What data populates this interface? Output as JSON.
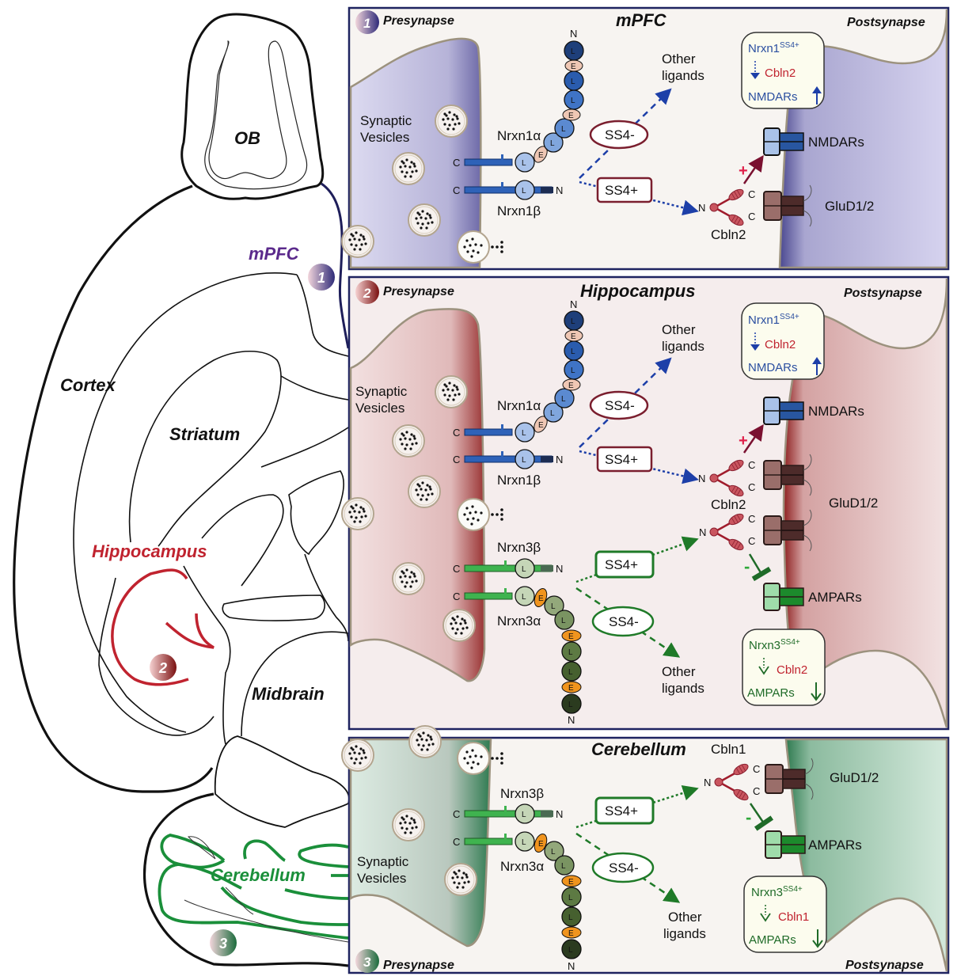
{
  "figure": {
    "type": "neuroscience schematic",
    "brain_map": {
      "regions": {
        "ob": "OB",
        "mpfc": "mPFC",
        "cortex": "Cortex",
        "striatum": "Striatum",
        "hippocampus": "Hippocampus",
        "midbrain": "Midbrain",
        "cerebellum": "Cerebellum"
      },
      "markers": [
        "1",
        "2",
        "3"
      ],
      "colors": {
        "mpfc": "#5b2a8c",
        "hippocampus": "#c0232f",
        "cerebellum": "#1a8f3a",
        "outline": "#111111",
        "mpfc_line": "#1e1e5a"
      }
    },
    "panels": [
      {
        "id": "mpfc",
        "number": "1",
        "title": "mPFC",
        "presynapse_label": "Presynapse",
        "postsynapse_label": "Postsynapse",
        "vesicles_label": "Synaptic\nVesicles",
        "vesicles_label_lines": [
          "Synaptic",
          "Vesicles"
        ],
        "accent": "#2b2d7a",
        "tint": "#c9c6e6",
        "neurexins": [
          {
            "name": "Nrxn1α",
            "domains": [
              "L",
              "E",
              "L",
              "L",
              "E",
              "L",
              "L",
              "E",
              "L"
            ],
            "terminus_c": "C",
            "terminus_n": "N"
          },
          {
            "name": "Nrxn1β",
            "domains": [
              "L"
            ],
            "terminus_c": "C",
            "terminus_n": "N"
          }
        ],
        "splice_states": [
          {
            "label": "SS4-",
            "target": "Other\nligands",
            "target_lines": [
              "Other",
              "ligands"
            ],
            "arrow": "dashed"
          },
          {
            "label": "SS4+",
            "target": "Cbln2",
            "arrow": "dotted"
          }
        ],
        "ligand": {
          "name": "Cbln2",
          "termini": [
            "N",
            "C",
            "C"
          ]
        },
        "effect": {
          "sign": "+",
          "target": "NMDARs"
        },
        "receptors": [
          "NMDARs",
          "GluD1/2"
        ],
        "summary": {
          "gene": "Nrxn1",
          "superscript": "SS4+",
          "mediator": "Cbln2",
          "outcome": "NMDARs",
          "direction": "up"
        }
      },
      {
        "id": "hippocampus",
        "number": "2",
        "title": "Hippocampus",
        "presynapse_label": "Presynapse",
        "postsynapse_label": "Postsynapse",
        "vesicles_label_lines": [
          "Synaptic",
          "Vesicles"
        ],
        "accent": "#8b1a1a",
        "tint": "#e3b8b8",
        "neurexins": [
          {
            "name": "Nrxn1α",
            "domains": [
              "L",
              "E",
              "L",
              "L",
              "E",
              "L",
              "L",
              "E",
              "L"
            ],
            "terminus_c": "C",
            "terminus_n": "N"
          },
          {
            "name": "Nrxn1β",
            "domains": [
              "L"
            ],
            "terminus_c": "C",
            "terminus_n": "N"
          },
          {
            "name": "Nrxn3β",
            "domains": [
              "L"
            ],
            "terminus_c": "C",
            "terminus_n": "N"
          },
          {
            "name": "Nrxn3α",
            "domains": [
              "L",
              "E",
              "L",
              "L",
              "E",
              "L",
              "L",
              "E",
              "L"
            ],
            "terminus_c": "C",
            "terminus_n": "N"
          }
        ],
        "splice_states": [
          {
            "label": "SS4-",
            "target_lines": [
              "Other",
              "ligands"
            ],
            "arrow": "dashed",
            "family": "Nrxn1"
          },
          {
            "label": "SS4+",
            "target": "Cbln2",
            "arrow": "dotted",
            "family": "Nrxn1"
          },
          {
            "label": "SS4+",
            "target": "Cbln2",
            "arrow": "dotted",
            "family": "Nrxn3"
          },
          {
            "label": "SS4-",
            "target_lines": [
              "Other",
              "ligands"
            ],
            "arrow": "dashed",
            "family": "Nrxn3"
          }
        ],
        "ligand": {
          "name": "Cbln2",
          "termini": [
            "N",
            "C",
            "C"
          ]
        },
        "effects": [
          {
            "sign": "+",
            "target": "NMDARs"
          },
          {
            "sign": "-",
            "target": "AMPARs"
          }
        ],
        "receptors": [
          "NMDARs",
          "GluD1/2",
          "AMPARs"
        ],
        "summaries": [
          {
            "gene": "Nrxn1",
            "superscript": "SS4+",
            "mediator": "Cbln2",
            "outcome": "NMDARs",
            "direction": "up"
          },
          {
            "gene": "Nrxn3",
            "superscript": "SS4+",
            "mediator": "Cbln2",
            "outcome": "AMPARs",
            "direction": "down"
          }
        ]
      },
      {
        "id": "cerebellum",
        "number": "3",
        "title": "Cerebellum",
        "presynapse_label": "Presynapse",
        "postsynapse_label": "Postsynapse",
        "vesicles_label_lines": [
          "Synaptic",
          "Vesicles"
        ],
        "accent": "#1a6b3a",
        "tint": "#b8d8c4",
        "neurexins": [
          {
            "name": "Nrxn3β",
            "domains": [
              "L"
            ],
            "terminus_c": "C",
            "terminus_n": "N"
          },
          {
            "name": "Nrxn3α",
            "domains": [
              "L",
              "E",
              "L",
              "L",
              "E",
              "L",
              "L",
              "E",
              "L"
            ],
            "terminus_c": "C",
            "terminus_n": "N"
          }
        ],
        "splice_states": [
          {
            "label": "SS4+",
            "target": "Cbln1",
            "arrow": "dotted"
          },
          {
            "label": "SS4-",
            "target_lines": [
              "Other",
              "ligands"
            ],
            "arrow": "dashed"
          }
        ],
        "ligand": {
          "name": "Cbln1",
          "termini": [
            "N",
            "C",
            "C"
          ]
        },
        "effect": {
          "sign": "-",
          "target": "AMPARs"
        },
        "receptors": [
          "GluD1/2",
          "AMPARs"
        ],
        "summary": {
          "gene": "Nrxn3",
          "superscript": "SS4+",
          "mediator": "Cbln1",
          "outcome": "AMPARs",
          "direction": "down"
        }
      }
    ],
    "terminus_labels": {
      "c": "C",
      "n": "N"
    },
    "domain_letters": {
      "lns": "L",
      "egf": "E"
    },
    "signs": {
      "plus": "+",
      "minus": "-"
    }
  }
}
